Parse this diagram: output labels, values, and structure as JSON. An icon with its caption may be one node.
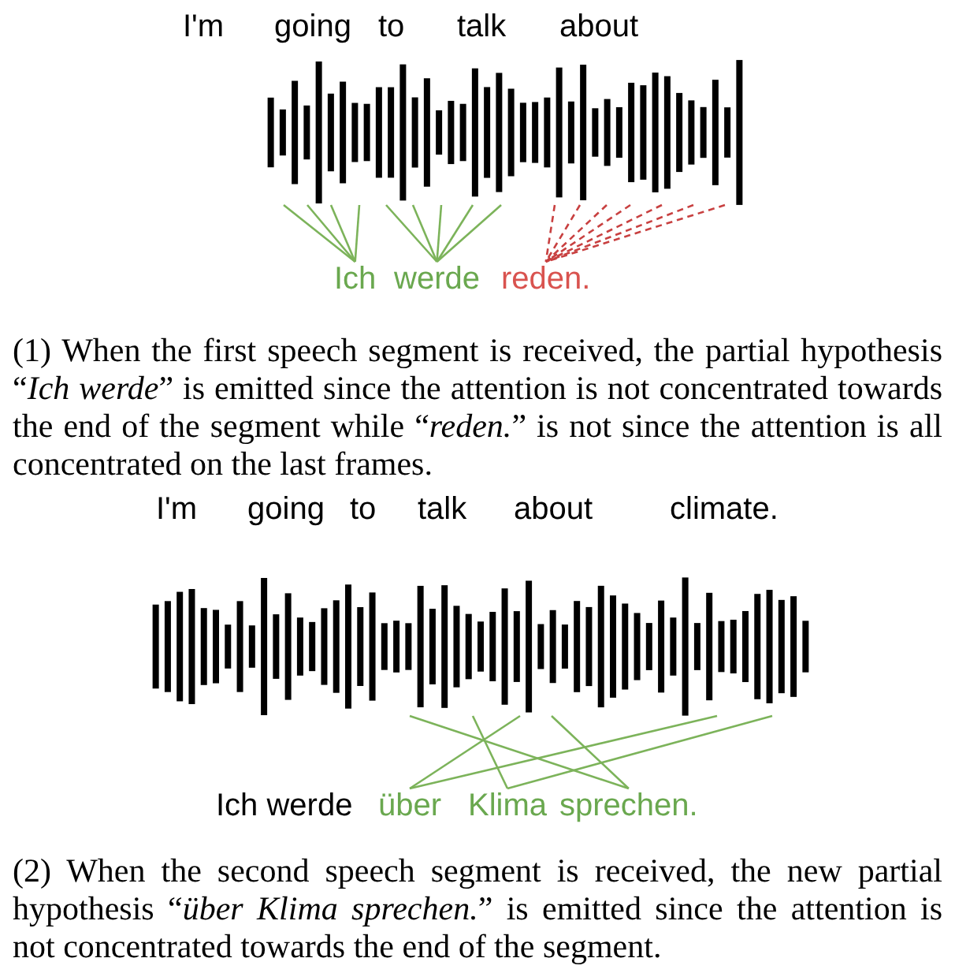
{
  "diagram": {
    "nodes": [
      {
        "text": [],
        "shape": "picture"
      },
      {
        "text": [
          "Ich"
        ]
      },
      {
        "text": [
          "werde"
        ]
      },
      {
        "text": [
          "reden."
        ]
      },
      {
        "text": [],
        "shape": "picture"
      },
      {
        "text": [
          "über"
        ]
      },
      {
        "text": [
          "Klima"
        ]
      },
      {
        "text": [
          "sprechen."
        ]
      }
    ],
    "edges": [
      {
        "from": 0,
        "to": 1,
        "arrow": "none"
      },
      {
        "from": 0,
        "to": 1,
        "arrow": "none"
      },
      {
        "from": 0,
        "to": 1,
        "arrow": "none"
      },
      {
        "from": 0,
        "to": 1,
        "arrow": "none"
      },
      {
        "from": 0,
        "to": 2,
        "arrow": "none"
      },
      {
        "from": 0,
        "to": 2,
        "arrow": "none"
      },
      {
        "from": 0,
        "to": 2,
        "arrow": "none"
      },
      {
        "from": 0,
        "to": 2,
        "arrow": "none"
      },
      {
        "from": 0,
        "to": 2,
        "arrow": "none"
      },
      {
        "from": 0,
        "to": 3,
        "arrow": "none",
        "style": "dashed",
        "color": "#c84040"
      },
      {
        "from": 0,
        "to": 3,
        "arrow": "none",
        "style": "dashed",
        "color": "#c84040"
      },
      {
        "from": 0,
        "to": 3,
        "arrow": "none",
        "style": "dashed",
        "color": "#c84040"
      },
      {
        "from": 0,
        "to": 3,
        "arrow": "none",
        "style": "dashed",
        "color": "#c84040"
      },
      {
        "from": 0,
        "to": 3,
        "arrow": "none",
        "style": "dashed",
        "color": "#c84040"
      },
      {
        "from": 0,
        "to": 3,
        "arrow": "none",
        "style": "dashed",
        "color": "#c84040"
      },
      {
        "from": 0,
        "to": 3,
        "arrow": "none",
        "style": "dashed",
        "color": "#c84040"
      },
      {
        "from": 4,
        "to": 5,
        "arrow": "none"
      },
      {
        "from": 4,
        "to": 5,
        "arrow": "none"
      },
      {
        "from": 4,
        "to": 6,
        "arrow": "none"
      },
      {
        "from": 4,
        "to": 6,
        "arrow": "none"
      },
      {
        "from": 4,
        "to": 7,
        "arrow": "none"
      },
      {
        "from": 4,
        "to": 7,
        "arrow": "none"
      }
    ],
    "labels": [
      "I'm",
      "going",
      "to",
      "talk",
      "about",
      "(1) When the first speech segment is received, the partial hypothesis “*Ich werde*” is emitted since the attention is not concentrated towards the end of the segment while “*reden.*” is not since the attention is all concentrated on the last frames.",
      "I'm",
      "going",
      "to",
      "talk",
      "about",
      "climate.",
      "Ich werde",
      "(2) When the second speech segment is received, the new partial hypothesis “*über Klima sprechen.*” is emitted since the attention is not concentrated towards the end of the segment."
    ]
  }
}
